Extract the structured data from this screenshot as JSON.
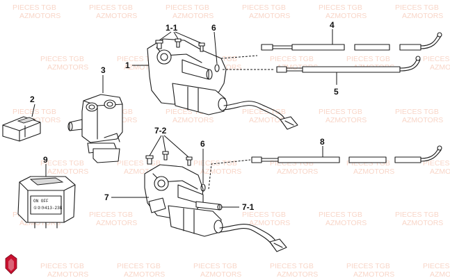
{
  "watermark": {
    "line1": "PIECES TGB",
    "line2": "AZMOTORS"
  },
  "callouts": {
    "c1": "1",
    "c1_1": "1-1",
    "c2": "2",
    "c3": "3",
    "c4": "4",
    "c5": "5",
    "c6a": "6",
    "c6b": "6",
    "c7": "7",
    "c7_1": "7-1",
    "c7_2": "7-2",
    "c8": "8",
    "c9": "9"
  },
  "switch_label": "ON OFF",
  "switch_code": "①②③413-23B",
  "logo_color": "#c8102e",
  "watermark_color": "#f3b39a"
}
